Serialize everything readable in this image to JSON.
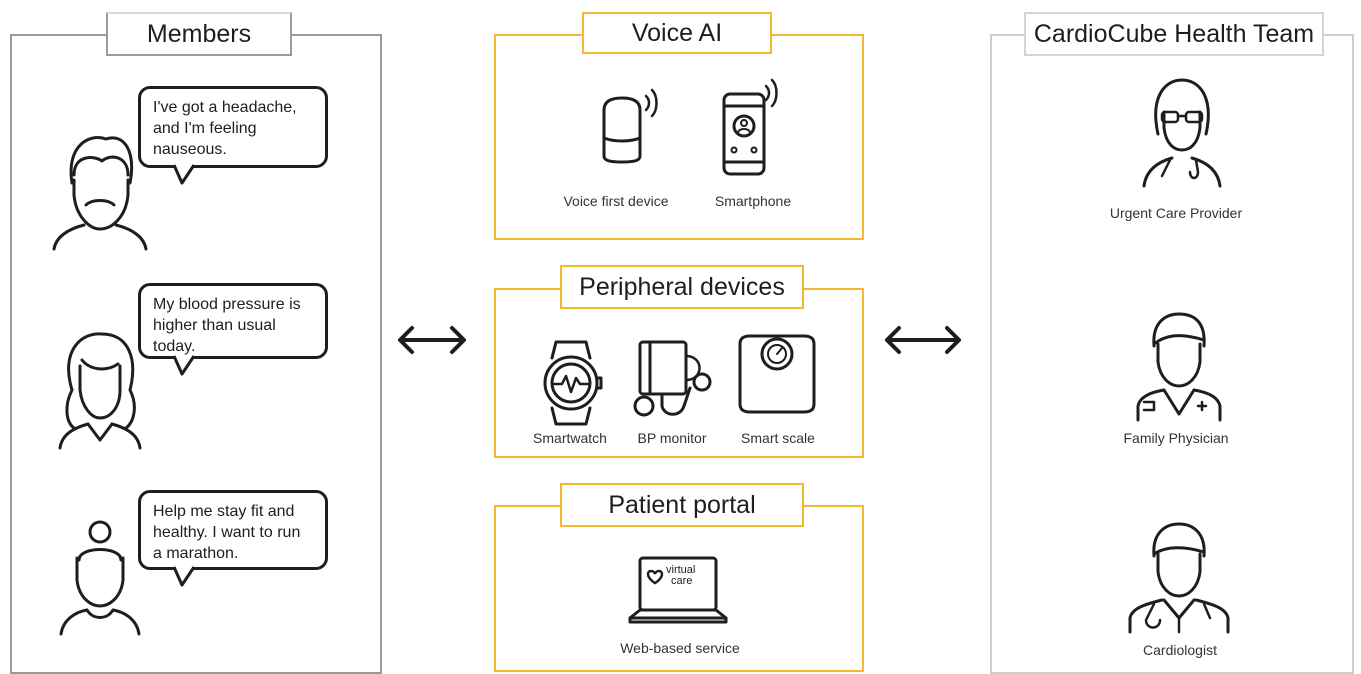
{
  "members": {
    "title": "Members",
    "messages": [
      "I've got a headache, and I'm feeling nauseous.",
      "My blood pressure is higher than usual today.",
      "Help me stay fit and healthy. I want to run a marathon."
    ]
  },
  "voice_ai": {
    "title": "Voice AI",
    "devices": [
      "Voice first device",
      "Smartphone"
    ]
  },
  "peripheral": {
    "title": "Peripheral devices",
    "devices": [
      "Smartwatch",
      "BP monitor",
      "Smart scale"
    ]
  },
  "portal": {
    "title": "Patient portal",
    "screen_text": [
      "virtual",
      "care"
    ],
    "service": "Web-based service"
  },
  "team": {
    "title": "CardioCube Health Team",
    "roles": [
      "Urgent Care Provider",
      "Family Physician",
      "Cardiologist"
    ]
  },
  "colors": {
    "accent": "#f4b731",
    "frame": "#9a9a9a",
    "ink": "#1e1e1e"
  }
}
